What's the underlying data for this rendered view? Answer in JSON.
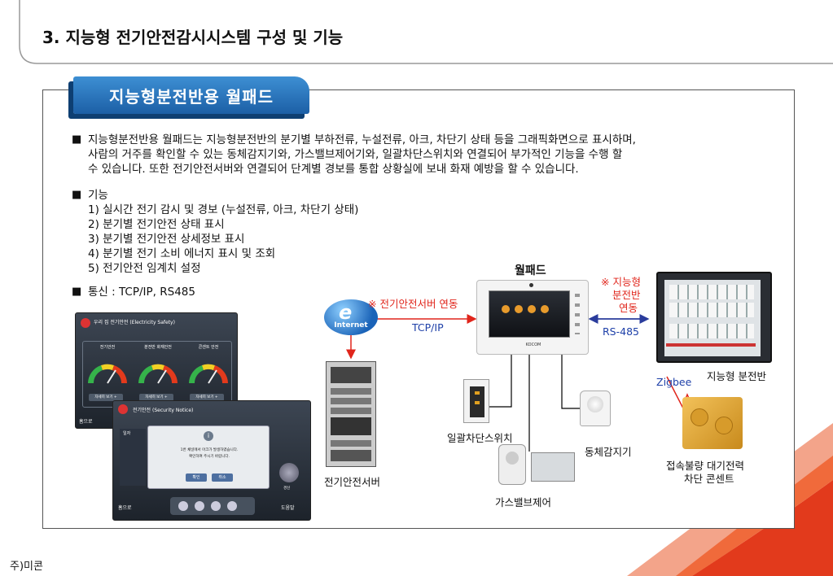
{
  "header": {
    "title": "3. 지능형 전기안전감시시스템 구성 및 기능"
  },
  "banner": {
    "label": "지능형분전반용 월패드"
  },
  "intro": {
    "lines": [
      "지능형분전반용 월패드는 지능형분전반의 분기별 부하전류, 누설전류, 아크, 차단기 상태 등을 그래픽화면으로 표시하며,",
      "사람의 거주를 확인할 수 있는 동체감지기와, 가스밸브제어기와, 일괄차단스위치와 연결되어 부가적인 기능을 수행 할",
      "수 있습니다. 또한 전기안전서버와 연결되어 단계별 경보를 통합 상황실에 보내 화재 예방을 할 수 있습니다."
    ]
  },
  "functions": {
    "heading": "기능",
    "items": [
      "1) 실시간 전기 감시 및 경보 (누설전류, 아크, 차단기 상태)",
      "2) 분기별 전기안전 상태 표시",
      "3) 분기별 전기안전 상세정보 표시",
      "4) 분기별 전기 소비 에너지 표시 및 조회",
      "5) 전기안전 임계치 설정"
    ]
  },
  "comm": {
    "text": "통신 : TCP/IP, RS485"
  },
  "diagram": {
    "wallpad_label": "월패드",
    "server_link": "※ 전기안전서버 연동",
    "tcpip": "TCP/IP",
    "panel_link_1": "※ 지능형",
    "panel_link_2": "분전반",
    "panel_link_3": "연동",
    "rs485": "RS-485",
    "zigbee": "Zigbee",
    "panel_label": "지능형 분전반",
    "internet": "Internet",
    "server_label": "전기안전서버",
    "switch_label": "일괄차단스위치",
    "motion_label": "동체감지기",
    "gas_label": "가스밸브제어",
    "outlet_label_1": "접속불량 대기전력",
    "outlet_label_2": "차단 콘센트",
    "wallpad_brand": "KOCOM"
  },
  "screens": {
    "s1_title": "우리 집 전기안전 (Electricity Safety)",
    "s1_cols": [
      "전기안전",
      "분전반 화재안전",
      "콘센트 안전"
    ],
    "s1_btn": "자세히 보기 +",
    "s1_home": "홈으로",
    "s2_title": "전기안전 (Security Notice)",
    "s2_msg1": "1번 채널에서 아크가 발생하였습니다.",
    "s2_msg2": "확인하여 주시기 바랍니다.",
    "s2_ok": "확인",
    "s2_cancel": "취소",
    "s2_home": "홈으로",
    "s2_help": "도움말",
    "s2_col": "일자",
    "s2_side": "경신"
  },
  "footer": {
    "company": "주)미콘"
  },
  "colors": {
    "accent_red": "#e0251b",
    "link_blue": "#1d3fa8",
    "banner_blue": "#2a73bf"
  }
}
